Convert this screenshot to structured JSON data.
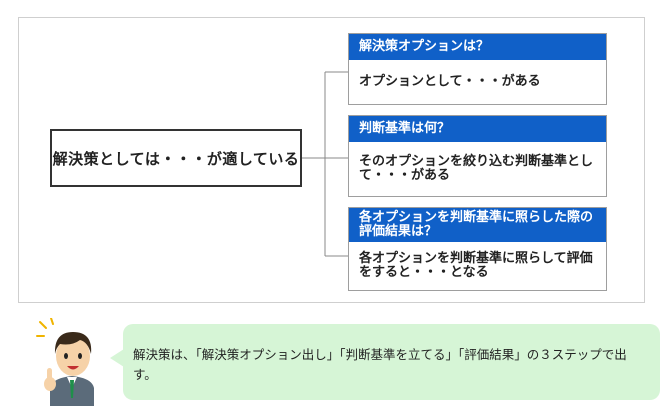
{
  "diagram": {
    "main_label": "解決策としては・・・が適している",
    "cards": [
      {
        "header": "解決策オプションは？",
        "body": "オプションとして・・・がある"
      },
      {
        "header": "判断基準は何？",
        "body": "そのオプションを絞り込む判断基準として・・・がある"
      },
      {
        "header": "各オプションを判断基準に照らした際の評価結果は？",
        "body": "各オプションを判断基準に照らして評価をすると・・・となる"
      }
    ]
  },
  "speech": {
    "text": "解決策は、「解決策オプション出し」「判断基準を立てる」「評価結果」の３ステップで出す。"
  },
  "colors": {
    "card_header": "#1060c8",
    "bubble": "#d6f5d6",
    "border": "#333333"
  }
}
